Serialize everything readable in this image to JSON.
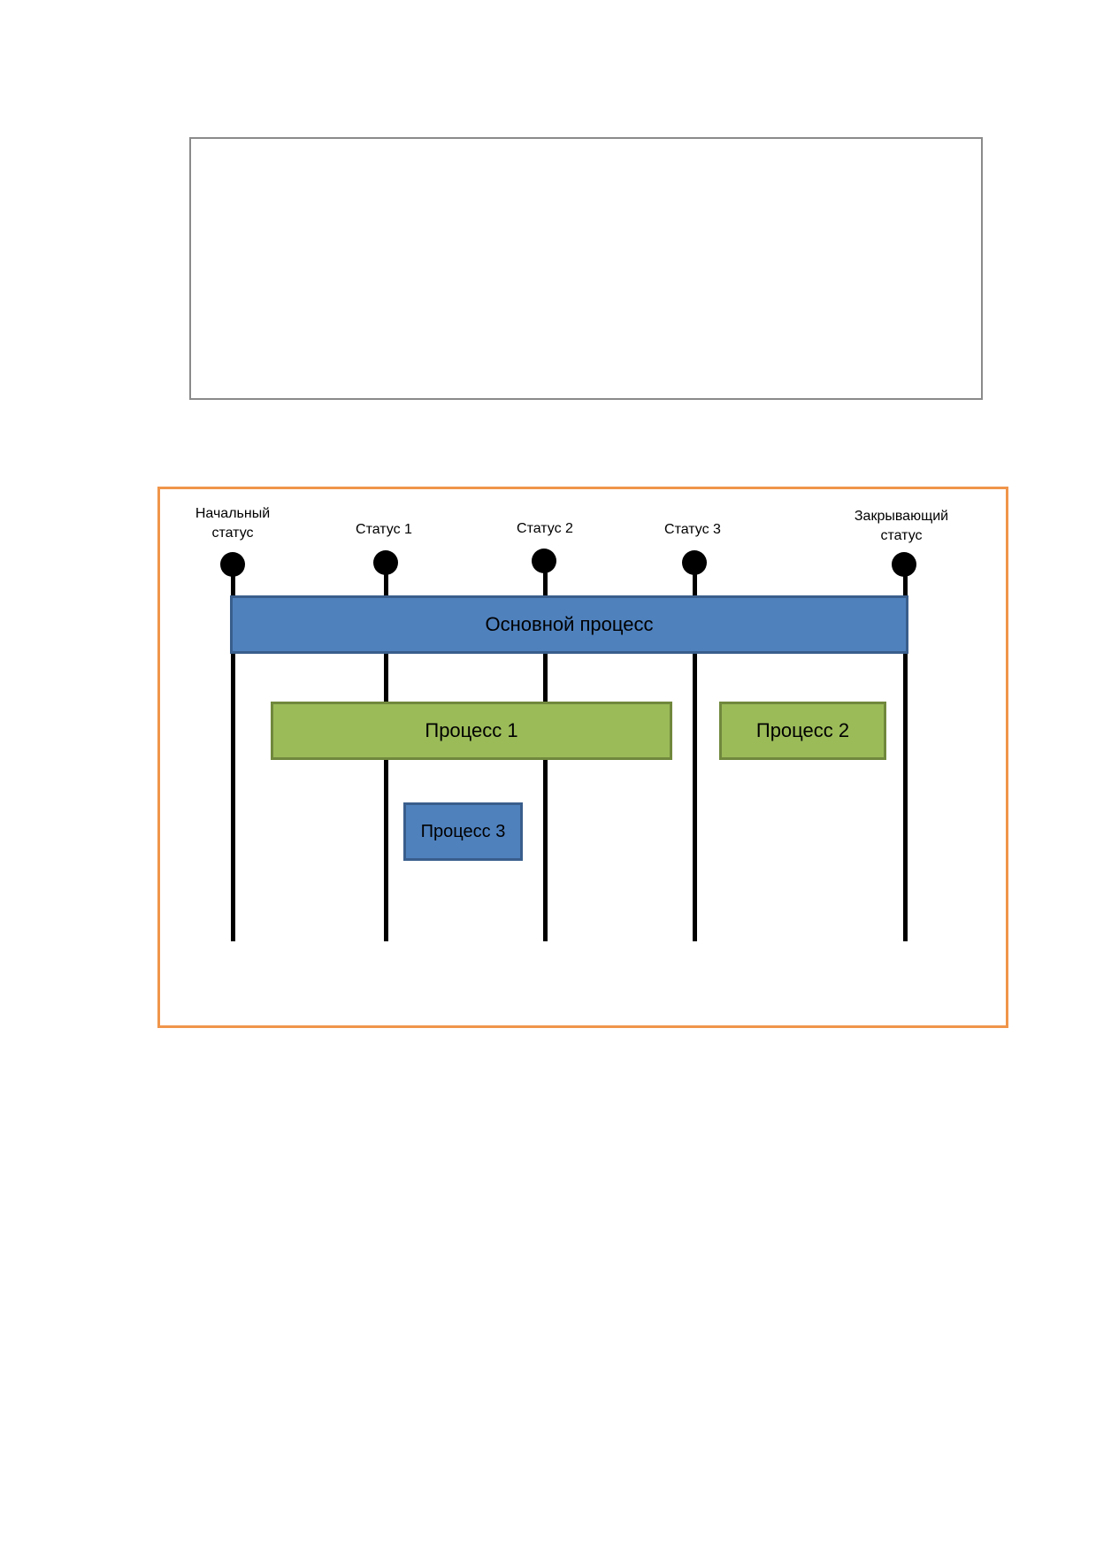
{
  "statuses": [
    {
      "label": "Начальный\nстатус"
    },
    {
      "label": "Статус 1"
    },
    {
      "label": "Статус 2"
    },
    {
      "label": "Статус 3"
    },
    {
      "label": "Закрывающий\nстатус"
    }
  ],
  "processes": {
    "main": "Основной процесс",
    "p1": "Процесс 1",
    "p2": "Процесс 2",
    "p3": "Процесс 3"
  },
  "colors": {
    "frame_border": "#f0954a",
    "blue_fill": "#4f81bd",
    "green_fill": "#9bbb59",
    "empty_frame_border": "#8a8a8a"
  }
}
